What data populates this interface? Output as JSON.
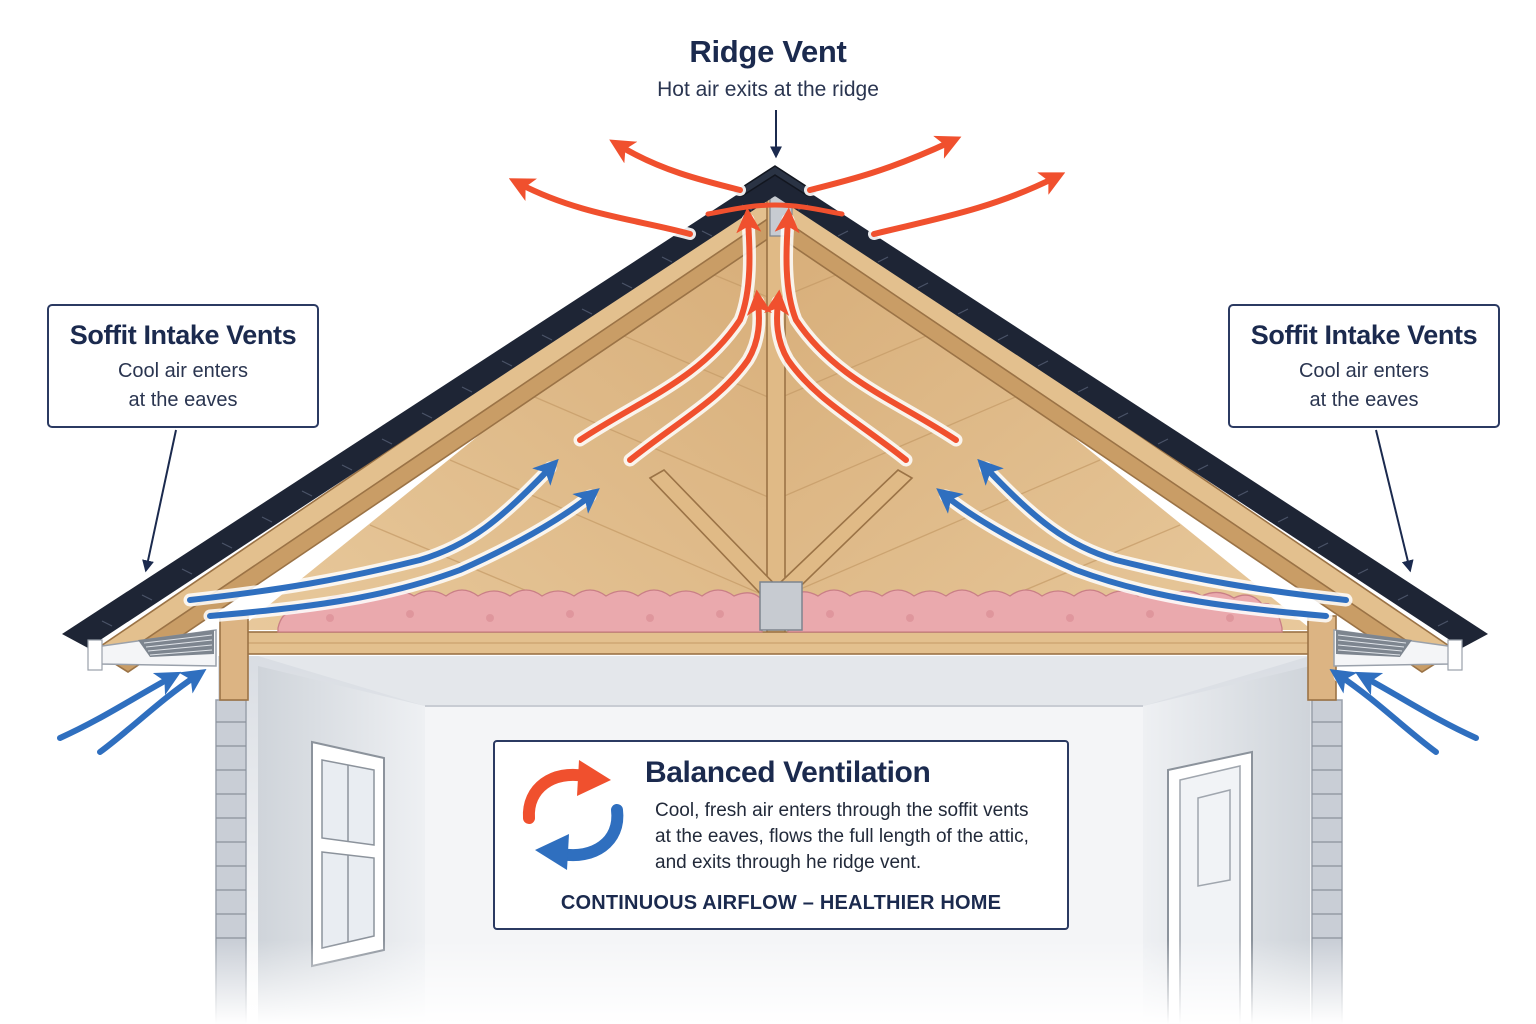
{
  "ridge": {
    "title": "Ridge Vent",
    "subtitle": "Hot air exits at the ridge"
  },
  "soffit_left": {
    "title": "Soffit  Intake Vents",
    "line1": "Cool air enters",
    "line2": "at the eaves"
  },
  "soffit_right": {
    "title": "Soffit  Intake Vents",
    "line1": "Cool air enters",
    "line2": "at the eaves"
  },
  "summary": {
    "title": "Balanced Ventilation",
    "line1": "Cool, fresh air enters through the soffit vents",
    "line2": "at the eaves, flows the full length of the attic,",
    "line3": "and exits through he ridge vent.",
    "tagline": "CONTINUOUS AIRFLOW – HEALTHIER  HOME"
  },
  "colors": {
    "navy": "#1b2a4e",
    "hot_air": "#f0502e",
    "cool_air": "#2f6fbf",
    "wood": "#dcb98a",
    "insulation": "#e9a7ab",
    "shingle": "#1e2535"
  }
}
